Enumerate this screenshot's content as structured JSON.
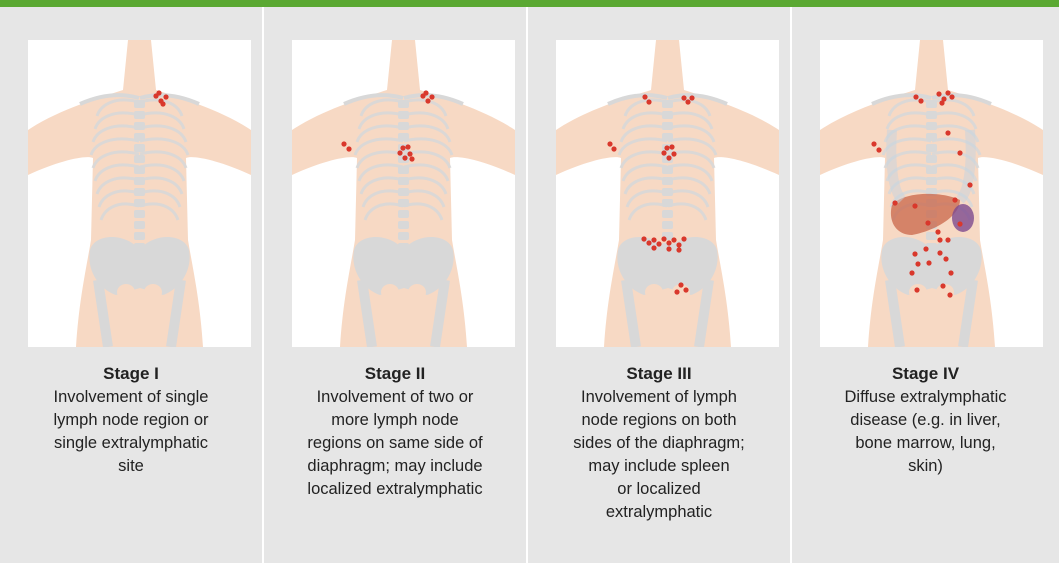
{
  "colors": {
    "accent_bar": "#5aa832",
    "panel_bg": "#e6e6e6",
    "body_skin": "#f7d9c4",
    "bone": "#d8d8d8",
    "node": "#d9382c",
    "liver": "#c9664a",
    "spleen": "#7d4a8e"
  },
  "panels": [
    {
      "title": "Stage I",
      "desc_lines": [
        "Involvement of single",
        "lymph node region or",
        "single extralymphatic",
        "site"
      ],
      "nodes_icon": "lymph-node-dots"
    },
    {
      "title": "Stage II",
      "desc_lines": [
        "Involvement of two or",
        "more lymph node",
        "regions on same side of",
        "diaphragm; may include",
        "localized extralymphatic"
      ],
      "nodes_icon": "lymph-node-dots"
    },
    {
      "title": "Stage III",
      "desc_lines": [
        "Involvement of lymph",
        "node regions on both",
        "sides of the diaphragm;",
        "may include spleen",
        "or localized",
        "extralymphatic"
      ],
      "nodes_icon": "lymph-node-dots"
    },
    {
      "title": "Stage IV",
      "desc_lines": [
        "Diffuse extralymphatic",
        "disease (e.g. in liver,",
        "bone marrow, lung,",
        "skin)"
      ],
      "nodes_icon": "lymph-node-dots"
    }
  ]
}
